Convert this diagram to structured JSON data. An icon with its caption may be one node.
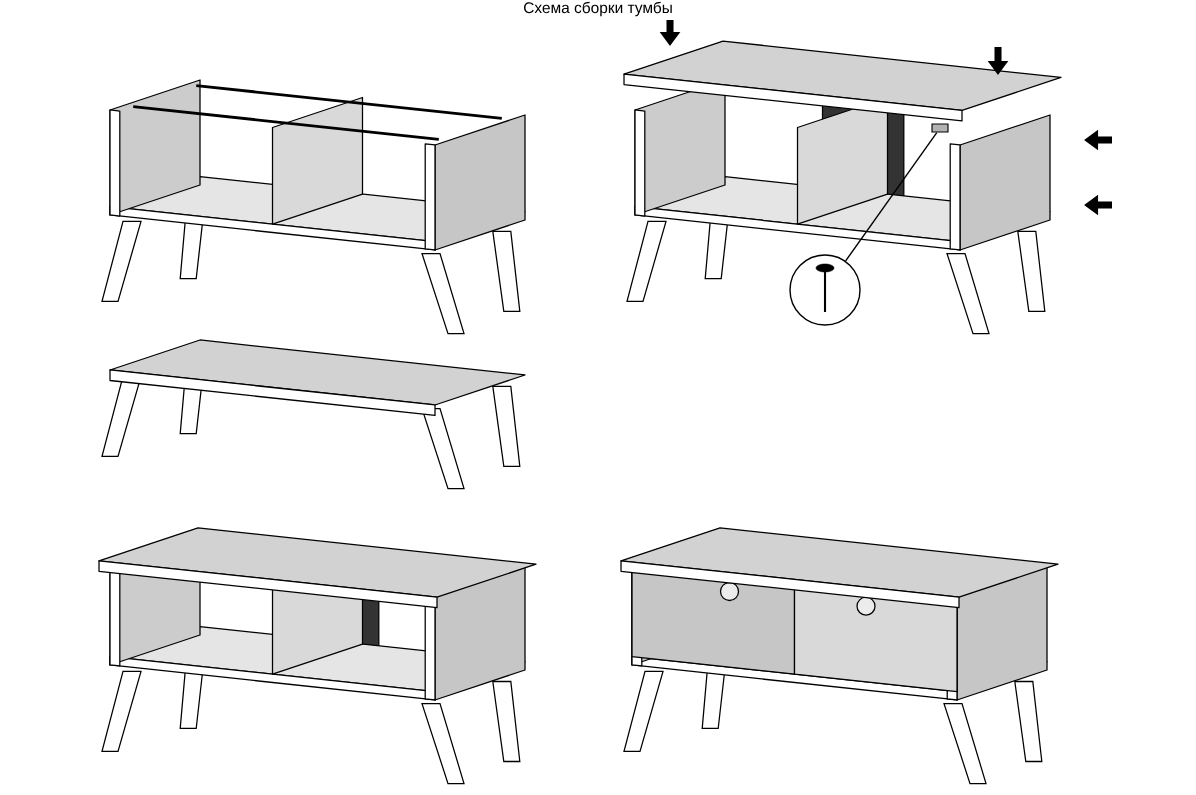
{
  "diagram": {
    "title": "Схема сборки тумбы",
    "nodes": [
      {
        "text": [],
        "shape": "circle"
      },
      {
        "text": [],
        "shape": "box"
      }
    ],
    "edges": [
      {
        "from": 0,
        "to": 1,
        "arrow": "none"
      }
    ]
  }
}
